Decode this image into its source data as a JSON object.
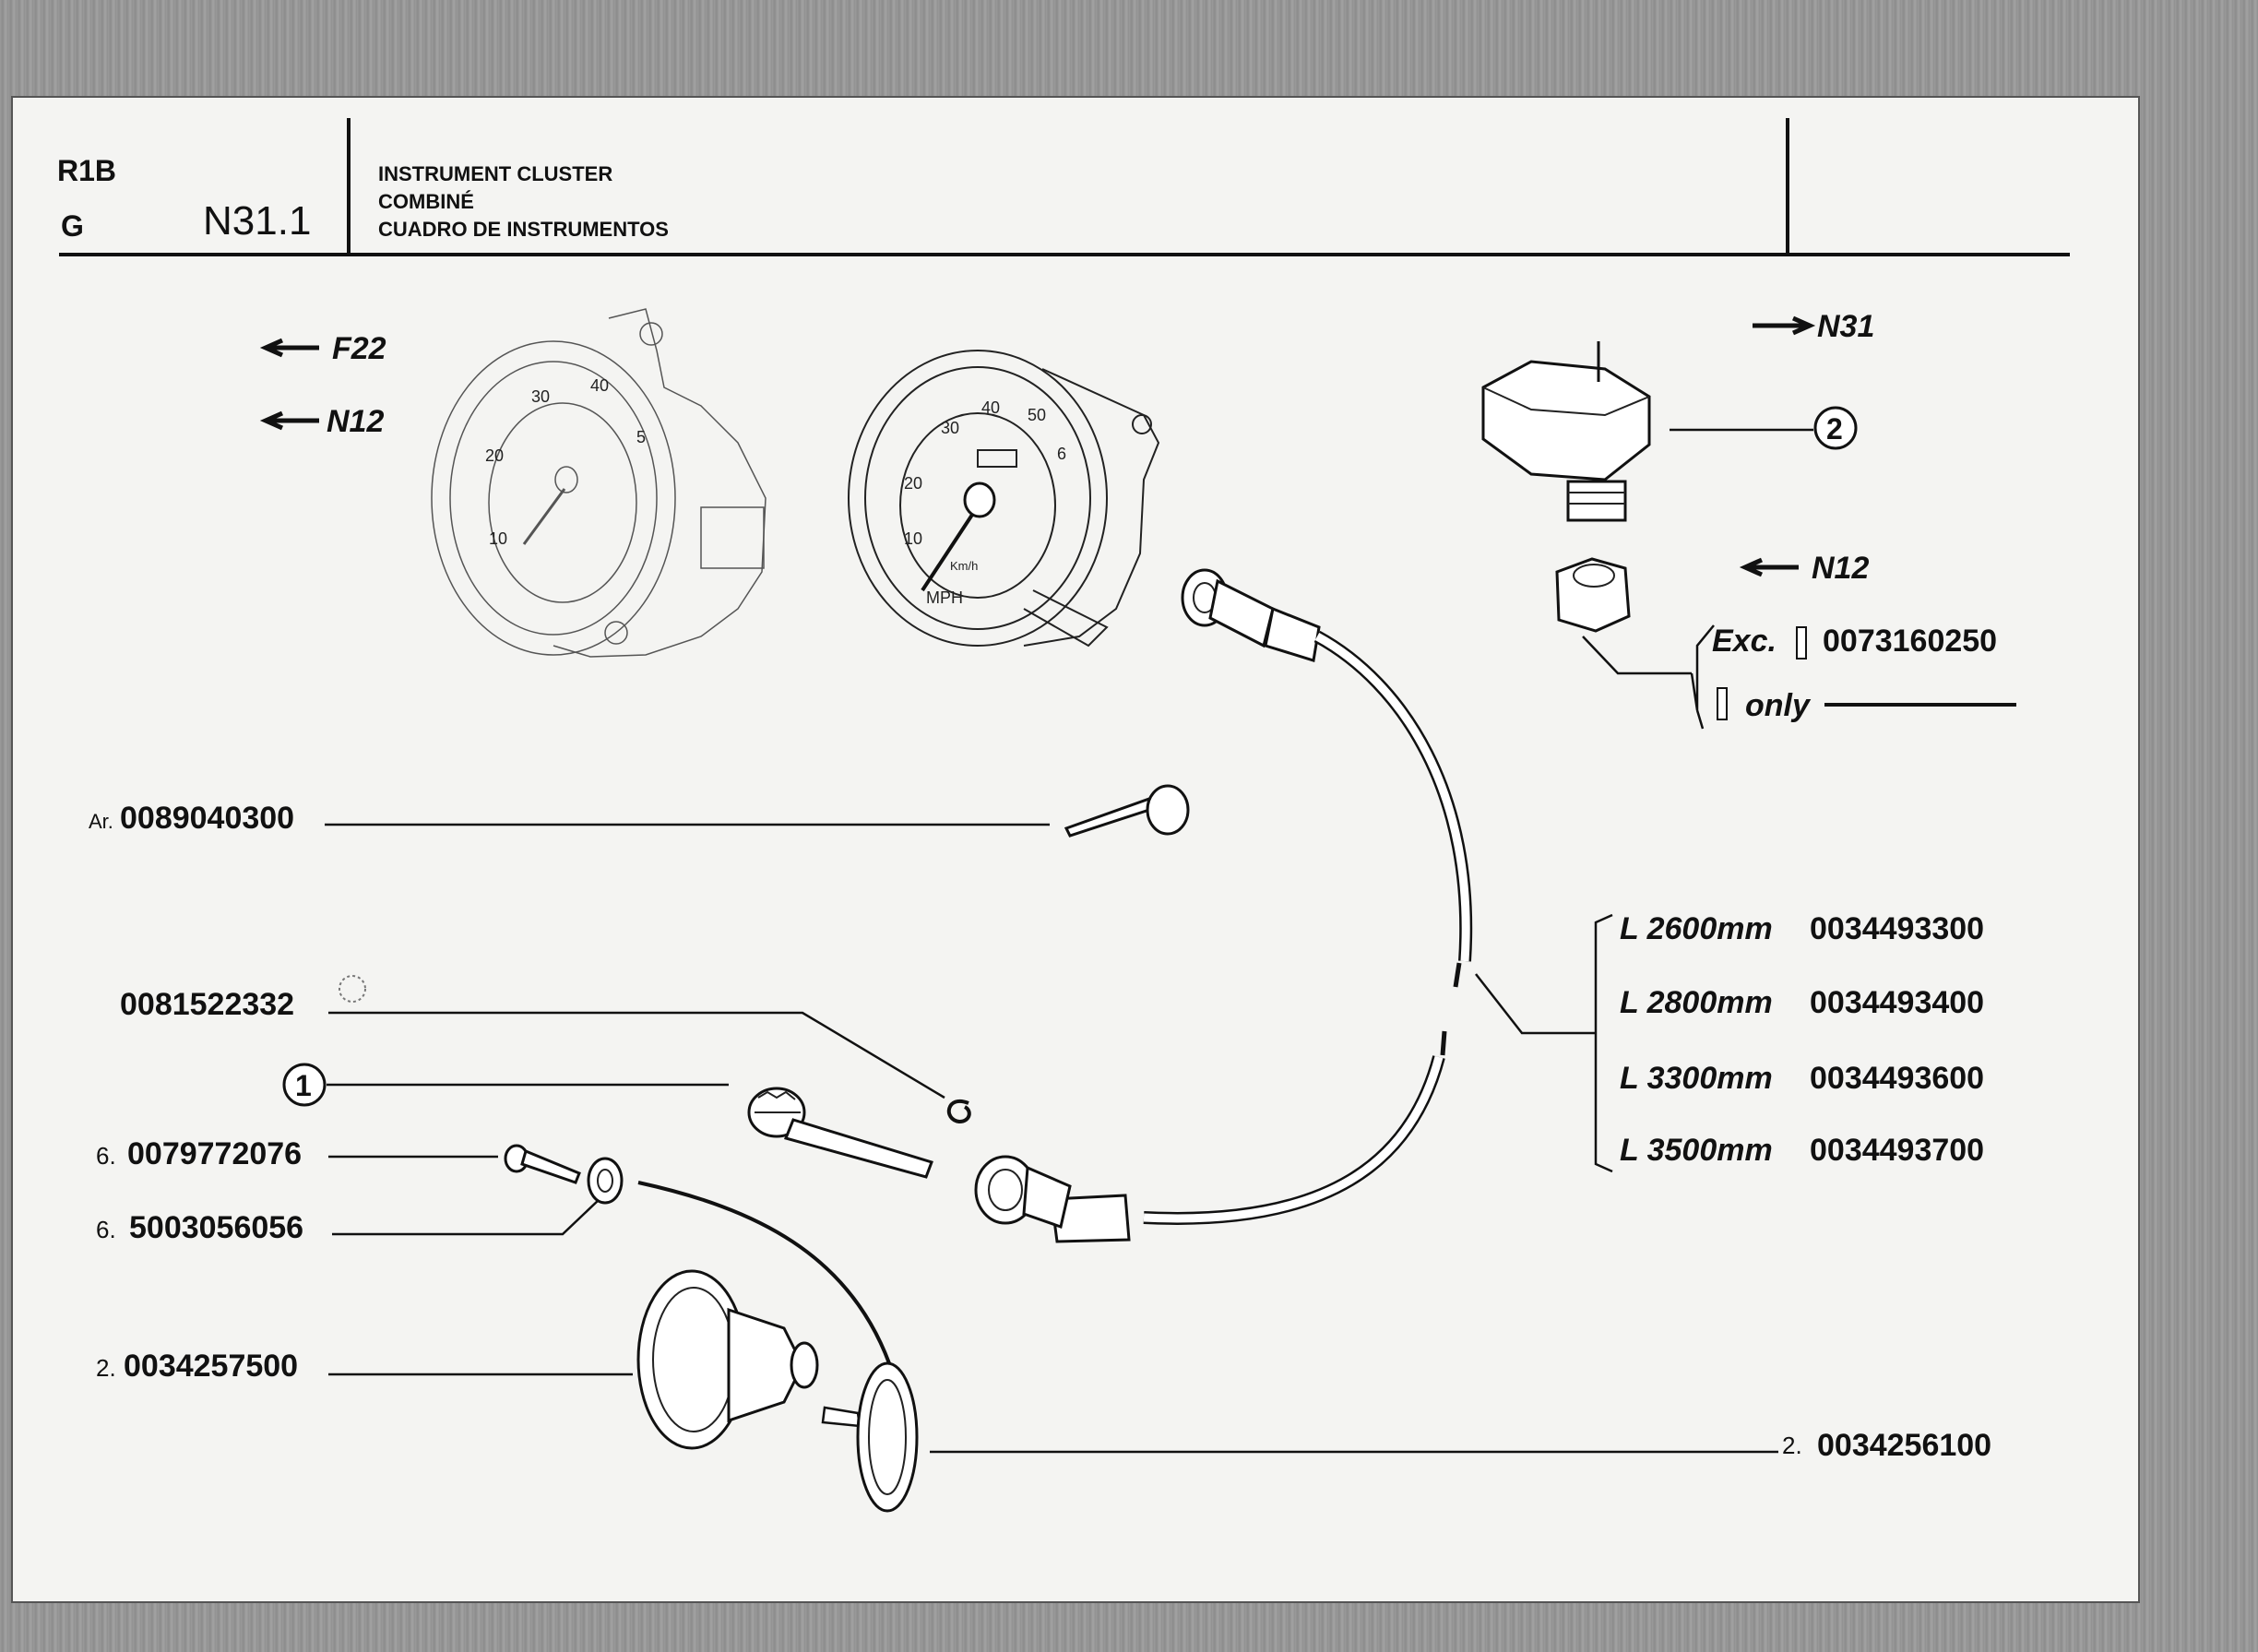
{
  "header": {
    "model": "R1B",
    "language": "G",
    "section": "N31.1",
    "titles": [
      "INSTRUMENT CLUSTER",
      "COMBINÉ",
      "CUADRO DE INSTRUMENTOS"
    ]
  },
  "refs": {
    "f22": "F22",
    "n12_left": "N12",
    "n31": "N31",
    "n12_right": "N12"
  },
  "callouts": {
    "c2": "2",
    "c1": "1"
  },
  "parts": {
    "strap_prefix": "Ar.",
    "strap": "0089040300",
    "clip": "0081522332",
    "screw_qty": "6.",
    "screw": "0079772076",
    "washer_qty": "6.",
    "washer": "5003056056",
    "boot_qty": "2.",
    "boot": "0034257500",
    "grommet_qty": "2.",
    "grommet": "0034256100"
  },
  "nut_options": {
    "exc_label": "Exc.",
    "exc_code": "0073160250",
    "only_label": "only"
  },
  "cables": [
    {
      "label": "L 2600mm",
      "code": "0034493300"
    },
    {
      "label": "L 2800mm",
      "code": "0034493400"
    },
    {
      "label": "L 3300mm",
      "code": "0034493600"
    },
    {
      "label": "L 3500mm",
      "code": "0034493700"
    }
  ],
  "tacho_dial": [
    "10",
    "20",
    "30",
    "40",
    "5"
  ],
  "speedo_dial": [
    "10",
    "20",
    "30",
    "40",
    "50",
    "6",
    "MPH",
    "Km/h"
  ],
  "colors": {
    "ink": "#111111",
    "paper": "#f4f4f2",
    "scan_bg": "#8a8a8a"
  }
}
